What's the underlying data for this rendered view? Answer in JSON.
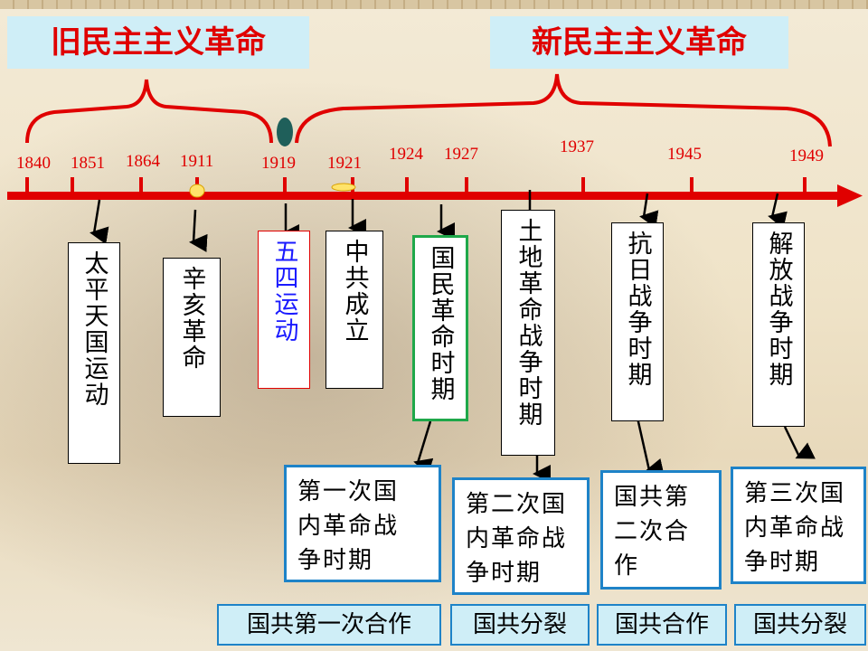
{
  "headers": {
    "old": "旧民主主义革命",
    "new": "新民主主义革命"
  },
  "years": [
    "1840",
    "1851",
    "1864",
    "1911",
    "1919",
    "1921",
    "1924",
    "1927",
    "1937",
    "1945",
    "1949"
  ],
  "events": {
    "taiping": "太平天国运动",
    "xinhai": "辛亥革命",
    "wusi": "五四运动",
    "zhonggong": "中共成立",
    "guomin": "国民革命时期",
    "tudi": "土地革命战争时期",
    "kangri": "抗日战争时期",
    "jiefang": "解放战争时期"
  },
  "civil_wars": {
    "first": [
      "第一次国",
      "内革命战",
      "争时期"
    ],
    "second": [
      "第二次国",
      "内革命战",
      "争时期"
    ],
    "cooperation": [
      "国共第",
      "二次合",
      "作"
    ],
    "third": [
      "第三次国",
      "内革命战",
      "争时期"
    ]
  },
  "relations": {
    "first_coop": "国共第一次合作",
    "split1": "国共分裂",
    "coop": "国共合作",
    "split2": "国共分裂"
  },
  "colors": {
    "timeline": "#e00000",
    "header_bg": "#cfeef7",
    "header_text": "#e00000",
    "box_border": "#1e83c8",
    "wusi_text": "#1a1aff",
    "guomin_border": "#1fa84a"
  }
}
